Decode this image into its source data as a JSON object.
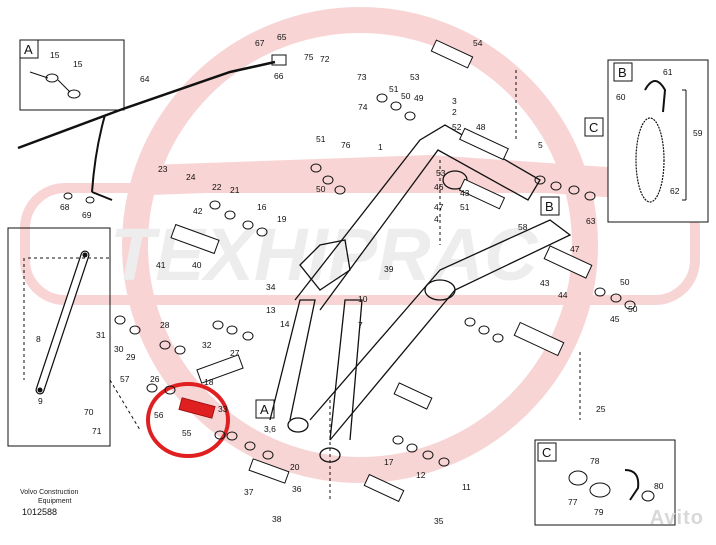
{
  "watermark": {
    "text": "TEXHIPRAC",
    "color": "#e04040"
  },
  "credit": {
    "line1": "Volvo Construction",
    "line2": "Equipment"
  },
  "document_number": "1012588",
  "site_mark": "Avito",
  "highlight_color": "#e02020",
  "insets": {
    "a": {
      "letter": "A",
      "labels": [
        "15",
        "15"
      ]
    },
    "b": {
      "letter": "B",
      "labels": [
        "61",
        "60",
        "59",
        "62"
      ]
    },
    "c": {
      "letter": "C",
      "labels": [
        "78",
        "77",
        "79",
        "80"
      ]
    }
  },
  "callouts": {
    "a": "A",
    "b": "B",
    "c": "C"
  },
  "part_numbers": [
    "65",
    "67",
    "66",
    "64",
    "75",
    "72",
    "53",
    "54",
    "73",
    "51",
    "50",
    "49",
    "74",
    "3",
    "76",
    "1",
    "2",
    "52",
    "48",
    "5",
    "23",
    "24",
    "22",
    "21",
    "16",
    "42",
    "19",
    "68",
    "69",
    "53",
    "51",
    "50",
    "46",
    "43",
    "47",
    "4",
    "34",
    "39",
    "58",
    "63",
    "10",
    "13",
    "14",
    "7",
    "47",
    "44",
    "50",
    "50",
    "9",
    "8",
    "31",
    "30",
    "28",
    "32",
    "29",
    "27",
    "18",
    "26",
    "57",
    "56",
    "55",
    "33",
    "3,6",
    "71",
    "70",
    "25",
    "17",
    "20",
    "12",
    "11",
    "41",
    "40",
    "36",
    "38",
    "37",
    "35",
    "45",
    "51",
    "43"
  ]
}
